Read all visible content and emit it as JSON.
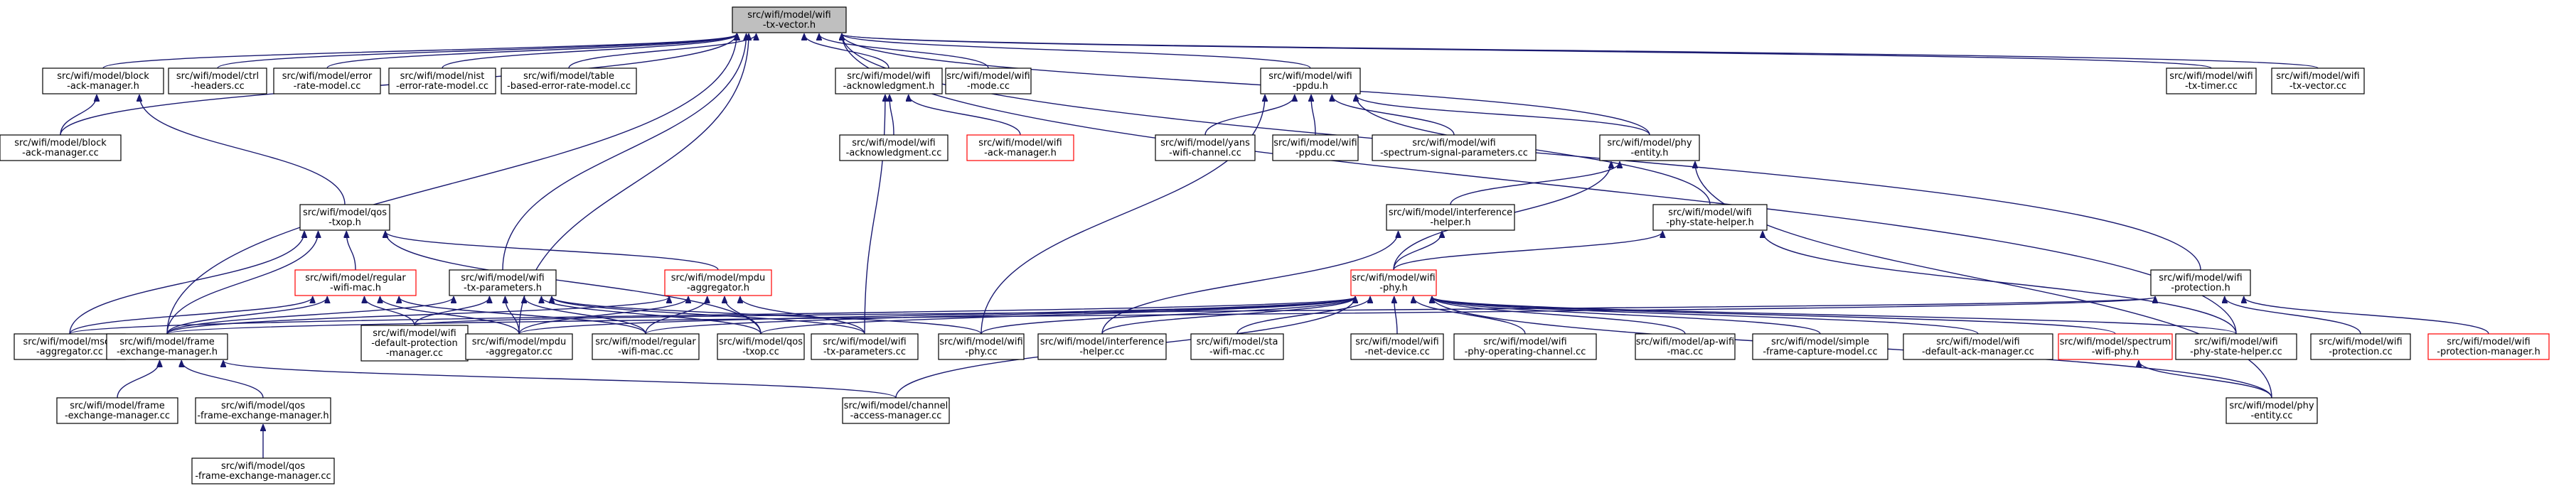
{
  "nodes": [
    {
      "id": "root",
      "lines": [
        "src/wifi/model/wifi",
        "-tx-vector.h"
      ],
      "style": "root"
    },
    {
      "id": "block_ack_h",
      "lines": [
        "src/wifi/model/block",
        "-ack-manager.h"
      ],
      "style": "normal"
    },
    {
      "id": "ctrl_headers",
      "lines": [
        "src/wifi/model/ctrl",
        "-headers.cc"
      ],
      "style": "normal"
    },
    {
      "id": "error_rate",
      "lines": [
        "src/wifi/model/error",
        "-rate-model.cc"
      ],
      "style": "normal"
    },
    {
      "id": "nist",
      "lines": [
        "src/wifi/model/nist",
        "-error-rate-model.cc"
      ],
      "style": "normal"
    },
    {
      "id": "table_based",
      "lines": [
        "src/wifi/model/table",
        "-based-error-rate-model.cc"
      ],
      "style": "normal"
    },
    {
      "id": "ack_h",
      "lines": [
        "src/wifi/model/wifi",
        "-acknowledgment.h"
      ],
      "style": "normal"
    },
    {
      "id": "mode_cc",
      "lines": [
        "src/wifi/model/wifi",
        "-mode.cc"
      ],
      "style": "normal"
    },
    {
      "id": "ppdu_h",
      "lines": [
        "src/wifi/model/wifi",
        "-ppdu.h"
      ],
      "style": "normal"
    },
    {
      "id": "tx_timer",
      "lines": [
        "src/wifi/model/wifi",
        "-tx-timer.cc"
      ],
      "style": "normal"
    },
    {
      "id": "tx_vector_cc",
      "lines": [
        "src/wifi/model/wifi",
        "-tx-vector.cc"
      ],
      "style": "normal"
    },
    {
      "id": "block_ack_cc",
      "lines": [
        "src/wifi/model/block",
        "-ack-manager.cc"
      ],
      "style": "normal"
    },
    {
      "id": "ack_cc",
      "lines": [
        "src/wifi/model/wifi",
        "-acknowledgment.cc"
      ],
      "style": "normal"
    },
    {
      "id": "ack_manager_h",
      "lines": [
        "src/wifi/model/wifi",
        "-ack-manager.h"
      ],
      "style": "red"
    },
    {
      "id": "yans",
      "lines": [
        "src/wifi/model/yans",
        "-wifi-channel.cc"
      ],
      "style": "normal"
    },
    {
      "id": "ppdu_cc",
      "lines": [
        "src/wifi/model/wifi",
        "-ppdu.cc"
      ],
      "style": "normal"
    },
    {
      "id": "spectrum_sig",
      "lines": [
        "src/wifi/model/wifi",
        "-spectrum-signal-parameters.cc"
      ],
      "style": "normal"
    },
    {
      "id": "phy_entity_h",
      "lines": [
        "src/wifi/model/phy",
        "-entity.h"
      ],
      "style": "normal"
    },
    {
      "id": "qos_txop_h",
      "lines": [
        "src/wifi/model/qos",
        "-txop.h"
      ],
      "style": "normal"
    },
    {
      "id": "interference_h",
      "lines": [
        "src/wifi/model/interference",
        "-helper.h"
      ],
      "style": "normal"
    },
    {
      "id": "phy_state_h",
      "lines": [
        "src/wifi/model/wifi",
        "-phy-state-helper.h"
      ],
      "style": "normal"
    },
    {
      "id": "regular_mac_h",
      "lines": [
        "src/wifi/model/regular",
        "-wifi-mac.h"
      ],
      "style": "red"
    },
    {
      "id": "tx_params_h",
      "lines": [
        "src/wifi/model/wifi",
        "-tx-parameters.h"
      ],
      "style": "normal"
    },
    {
      "id": "mpdu_aggr_h",
      "lines": [
        "src/wifi/model/mpdu",
        "-aggregator.h"
      ],
      "style": "red"
    },
    {
      "id": "phy_h",
      "lines": [
        "src/wifi/model/wifi",
        "-phy.h"
      ],
      "style": "red"
    },
    {
      "id": "protection_h",
      "lines": [
        "src/wifi/model/wifi",
        "-protection.h"
      ],
      "style": "normal"
    },
    {
      "id": "msdu_aggr_cc",
      "lines": [
        "src/wifi/model/msdu",
        "-aggregator.cc"
      ],
      "style": "normal"
    },
    {
      "id": "frame_exch_h",
      "lines": [
        "src/wifi/model/frame",
        "-exchange-manager.h"
      ],
      "style": "normal"
    },
    {
      "id": "default_prot_cc",
      "lines": [
        "src/wifi/model/wifi",
        "-default-protection",
        "-manager.cc"
      ],
      "style": "normal"
    },
    {
      "id": "mpdu_aggr_cc",
      "lines": [
        "src/wifi/model/mpdu",
        "-aggregator.cc"
      ],
      "style": "normal"
    },
    {
      "id": "regular_mac_cc",
      "lines": [
        "src/wifi/model/regular",
        "-wifi-mac.cc"
      ],
      "style": "normal"
    },
    {
      "id": "qos_txop_cc",
      "lines": [
        "src/wifi/model/qos",
        "-txop.cc"
      ],
      "style": "normal"
    },
    {
      "id": "tx_params_cc",
      "lines": [
        "src/wifi/model/wifi",
        "-tx-parameters.cc"
      ],
      "style": "normal"
    },
    {
      "id": "phy_cc",
      "lines": [
        "src/wifi/model/wifi",
        "-phy.cc"
      ],
      "style": "normal"
    },
    {
      "id": "interference_cc",
      "lines": [
        "src/wifi/model/interference",
        "-helper.cc"
      ],
      "style": "normal"
    },
    {
      "id": "sta_mac_cc",
      "lines": [
        "src/wifi/model/sta",
        "-wifi-mac.cc"
      ],
      "style": "normal"
    },
    {
      "id": "net_device_cc",
      "lines": [
        "src/wifi/model/wifi",
        "-net-device.cc"
      ],
      "style": "normal"
    },
    {
      "id": "op_channel_cc",
      "lines": [
        "src/wifi/model/wifi",
        "-phy-operating-channel.cc"
      ],
      "style": "normal"
    },
    {
      "id": "ap_mac_cc",
      "lines": [
        "src/wifi/model/ap-wifi",
        "-mac.cc"
      ],
      "style": "normal"
    },
    {
      "id": "simple_capture_cc",
      "lines": [
        "src/wifi/model/simple",
        "-frame-capture-model.cc"
      ],
      "style": "normal"
    },
    {
      "id": "default_ack_cc",
      "lines": [
        "src/wifi/model/wifi",
        "-default-ack-manager.cc"
      ],
      "style": "normal"
    },
    {
      "id": "spectrum_phy_h",
      "lines": [
        "src/wifi/model/spectrum",
        "-wifi-phy.h"
      ],
      "style": "red"
    },
    {
      "id": "phy_state_cc",
      "lines": [
        "src/wifi/model/wifi",
        "-phy-state-helper.cc"
      ],
      "style": "normal"
    },
    {
      "id": "protection_cc",
      "lines": [
        "src/wifi/model/wifi",
        "-protection.cc"
      ],
      "style": "normal"
    },
    {
      "id": "prot_manager_h",
      "lines": [
        "src/wifi/model/wifi",
        "-protection-manager.h"
      ],
      "style": "red"
    },
    {
      "id": "frame_exch_cc",
      "lines": [
        "src/wifi/model/frame",
        "-exchange-manager.cc"
      ],
      "style": "normal"
    },
    {
      "id": "qos_frame_h",
      "lines": [
        "src/wifi/model/qos",
        "-frame-exchange-manager.h"
      ],
      "style": "normal"
    },
    {
      "id": "channel_access_cc",
      "lines": [
        "src/wifi/model/channel",
        "-access-manager.cc"
      ],
      "style": "normal"
    },
    {
      "id": "phy_entity_cc",
      "lines": [
        "src/wifi/model/phy",
        "-entity.cc"
      ],
      "style": "normal"
    },
    {
      "id": "qos_frame_cc",
      "lines": [
        "src/wifi/model/qos",
        "-frame-exchange-manager.cc"
      ],
      "style": "normal"
    }
  ],
  "edges": [
    [
      "root",
      "block_ack_h"
    ],
    [
      "root",
      "ctrl_headers"
    ],
    [
      "root",
      "error_rate"
    ],
    [
      "root",
      "nist"
    ],
    [
      "root",
      "table_based"
    ],
    [
      "root",
      "ack_h"
    ],
    [
      "root",
      "mode_cc"
    ],
    [
      "root",
      "ppdu_h"
    ],
    [
      "root",
      "tx_timer"
    ],
    [
      "root",
      "tx_vector_cc"
    ],
    [
      "root",
      "block_ack_cc"
    ],
    [
      "root",
      "phy_entity_h"
    ],
    [
      "root",
      "tx_params_h"
    ],
    [
      "root",
      "protection_h"
    ],
    [
      "root",
      "frame_exch_h"
    ],
    [
      "root",
      "mpdu_aggr_cc"
    ],
    [
      "root",
      "phy_state_cc"
    ],
    [
      "block_ack_h",
      "block_ack_cc"
    ],
    [
      "block_ack_h",
      "qos_txop_h"
    ],
    [
      "ack_h",
      "ack_cc"
    ],
    [
      "ack_h",
      "ack_manager_h"
    ],
    [
      "ack_h",
      "tx_params_cc"
    ],
    [
      "ppdu_h",
      "yans"
    ],
    [
      "ppdu_h",
      "ppdu_cc"
    ],
    [
      "ppdu_h",
      "spectrum_sig"
    ],
    [
      "ppdu_h",
      "phy_entity_h"
    ],
    [
      "ppdu_h",
      "phy_state_h"
    ],
    [
      "ppdu_h",
      "phy_cc"
    ],
    [
      "phy_entity_h",
      "interference_h"
    ],
    [
      "phy_entity_h",
      "phy_h"
    ],
    [
      "phy_entity_h",
      "phy_entity_cc"
    ],
    [
      "qos_txop_h",
      "regular_mac_h"
    ],
    [
      "qos_txop_h",
      "mpdu_aggr_h"
    ],
    [
      "qos_txop_h",
      "msdu_aggr_cc"
    ],
    [
      "qos_txop_h",
      "frame_exch_h"
    ],
    [
      "qos_txop_h",
      "qos_txop_cc"
    ],
    [
      "interference_h",
      "phy_h"
    ],
    [
      "interference_h",
      "interference_cc"
    ],
    [
      "phy_state_h",
      "phy_h"
    ],
    [
      "phy_state_h",
      "phy_state_cc"
    ],
    [
      "regular_mac_h",
      "msdu_aggr_cc"
    ],
    [
      "regular_mac_h",
      "frame_exch_h"
    ],
    [
      "regular_mac_h",
      "default_prot_cc"
    ],
    [
      "regular_mac_h",
      "mpdu_aggr_cc"
    ],
    [
      "regular_mac_h",
      "regular_mac_cc"
    ],
    [
      "tx_params_h",
      "frame_exch_h"
    ],
    [
      "tx_params_h",
      "default_prot_cc"
    ],
    [
      "tx_params_h",
      "mpdu_aggr_cc"
    ],
    [
      "tx_params_h",
      "regular_mac_cc"
    ],
    [
      "tx_params_h",
      "qos_txop_cc"
    ],
    [
      "tx_params_h",
      "tx_params_cc"
    ],
    [
      "tx_params_h",
      "phy_cc"
    ],
    [
      "mpdu_aggr_h",
      "frame_exch_h"
    ],
    [
      "mpdu_aggr_h",
      "mpdu_aggr_cc"
    ],
    [
      "mpdu_aggr_h",
      "regular_mac_cc"
    ],
    [
      "mpdu_aggr_h",
      "qos_txop_cc"
    ],
    [
      "mpdu_aggr_h",
      "tx_params_cc"
    ],
    [
      "phy_h",
      "msdu_aggr_cc"
    ],
    [
      "phy_h",
      "mpdu_aggr_cc"
    ],
    [
      "phy_h",
      "regular_mac_cc"
    ],
    [
      "phy_h",
      "qos_txop_cc"
    ],
    [
      "phy_h",
      "phy_cc"
    ],
    [
      "phy_h",
      "interference_cc"
    ],
    [
      "phy_h",
      "sta_mac_cc"
    ],
    [
      "phy_h",
      "net_device_cc"
    ],
    [
      "phy_h",
      "op_channel_cc"
    ],
    [
      "phy_h",
      "ap_mac_cc"
    ],
    [
      "phy_h",
      "simple_capture_cc"
    ],
    [
      "phy_h",
      "default_ack_cc"
    ],
    [
      "phy_h",
      "spectrum_phy_h"
    ],
    [
      "phy_h",
      "phy_state_cc"
    ],
    [
      "phy_h",
      "phy_entity_cc"
    ],
    [
      "phy_h",
      "channel_access_cc"
    ],
    [
      "protection_h",
      "frame_exch_h"
    ],
    [
      "protection_h",
      "default_prot_cc"
    ],
    [
      "protection_h",
      "protection_cc"
    ],
    [
      "protection_h",
      "prot_manager_h"
    ],
    [
      "frame_exch_h",
      "frame_exch_cc"
    ],
    [
      "frame_exch_h",
      "qos_frame_h"
    ],
    [
      "frame_exch_h",
      "channel_access_cc"
    ],
    [
      "qos_frame_h",
      "qos_frame_cc"
    ],
    [
      "spectrum_phy_h",
      "phy_entity_cc"
    ]
  ]
}
